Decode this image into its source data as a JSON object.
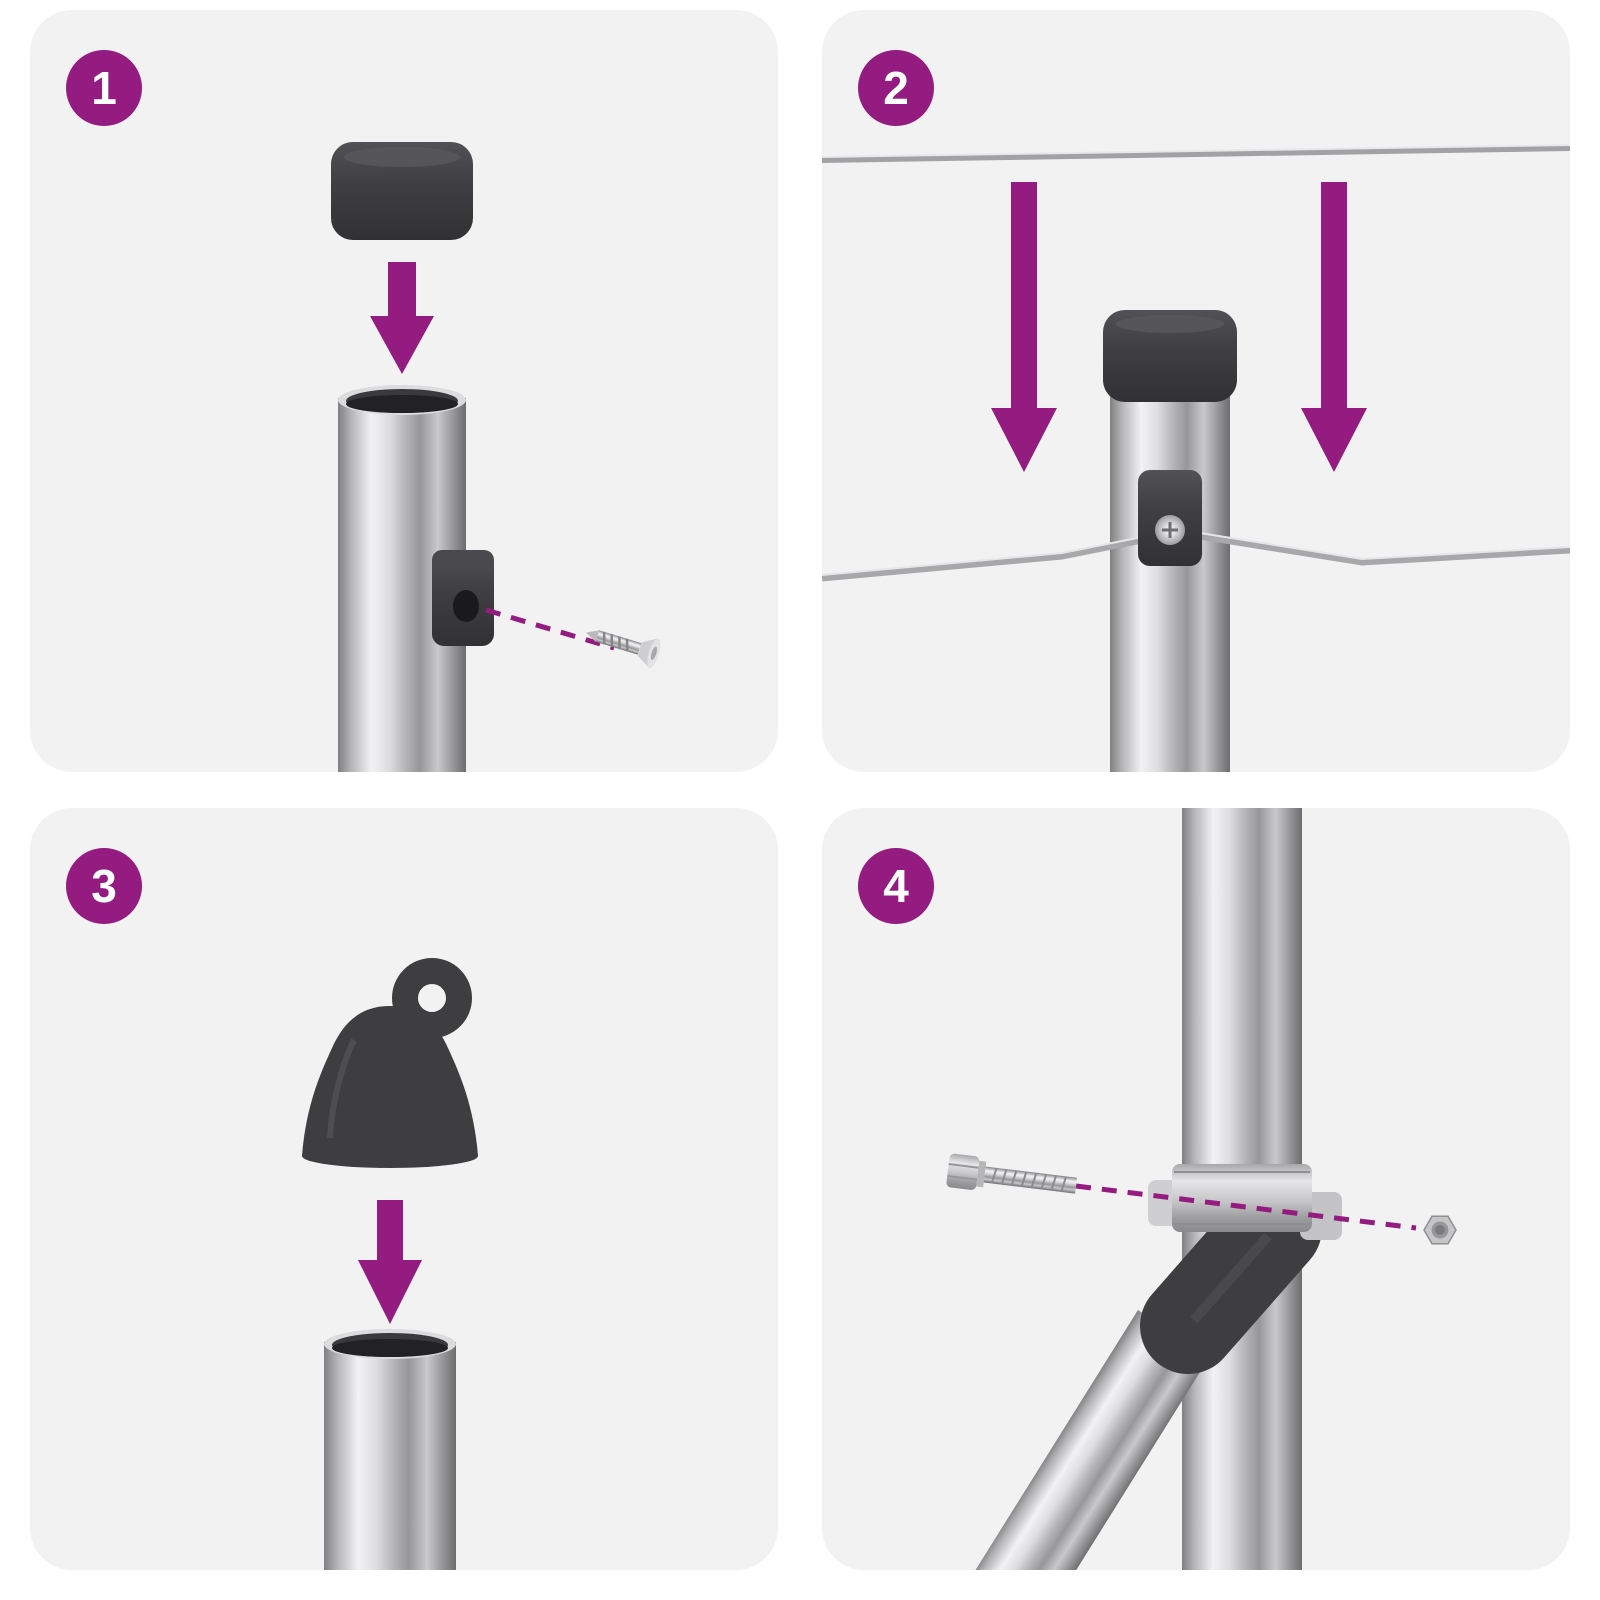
{
  "document": {
    "type": "assembly-instructions",
    "step_count": 4
  },
  "theme": {
    "page_background": "#FFFFFF",
    "panel_background": "#F2F2F2",
    "accent": "#941B7F",
    "dark_part": "#3E3E40",
    "metal_light": "#F2F2F4",
    "metal_dark": "#6D6D70"
  },
  "steps": [
    {
      "number": "1",
      "illustration": "press-cap-onto-post-attach-wire-clip-with-screw"
    },
    {
      "number": "2",
      "illustration": "lower-capped-post-onto-tension-wires-through-clip"
    },
    {
      "number": "3",
      "illustration": "press-eyelet-cap-onto-post"
    },
    {
      "number": "4",
      "illustration": "bolt-brace-clamp-to-post-with-hex-nut"
    }
  ]
}
